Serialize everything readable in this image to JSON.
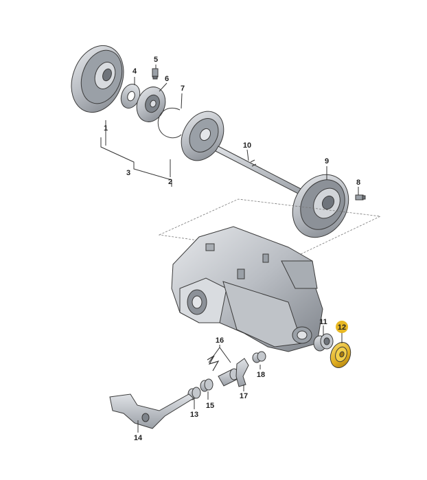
{
  "diagram": {
    "callouts": {
      "p1": "1",
      "p2": "2",
      "p3": "3",
      "p4": "4",
      "p5": "5",
      "p6": "6",
      "p7": "7",
      "p8": "8",
      "p9": "9",
      "p10": "10",
      "p11": "11",
      "p12": "12",
      "p13": "13",
      "p14": "14",
      "p15": "15",
      "p16": "16",
      "p17": "17",
      "p18": "18"
    },
    "highlight_color": "#e8b823",
    "part_fill": "#c9ccd1",
    "part_dark": "#8d9298"
  }
}
